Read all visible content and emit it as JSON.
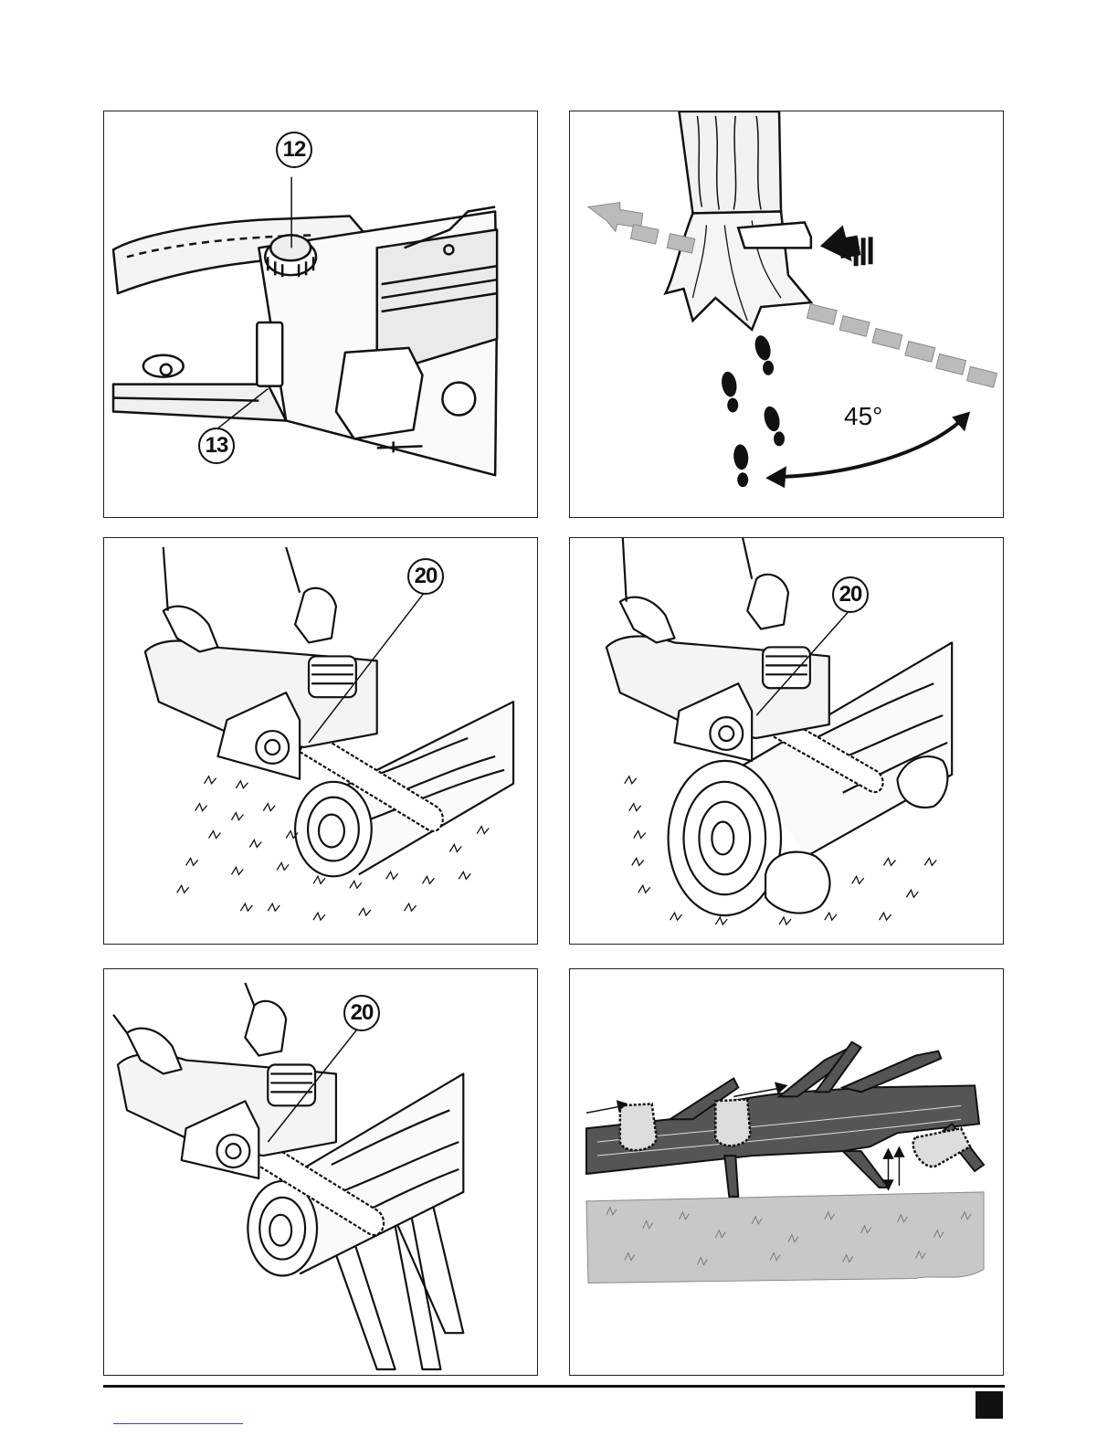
{
  "figures": [
    {
      "id": "chain-tension",
      "callouts": [
        "12",
        "13"
      ]
    },
    {
      "id": "felling-direction",
      "angle_label": "45°"
    },
    {
      "id": "cut-on-ground",
      "callouts": [
        "20"
      ]
    },
    {
      "id": "cut-supported-log",
      "callouts": [
        "20"
      ]
    },
    {
      "id": "cut-on-sawhorse",
      "callouts": [
        "20"
      ]
    },
    {
      "id": "limbing-branches"
    }
  ],
  "colors": {
    "ink": "#111111",
    "wood_dark": "#555555",
    "grass": "#c8c8c8",
    "stripe": "#bbbbbb"
  }
}
